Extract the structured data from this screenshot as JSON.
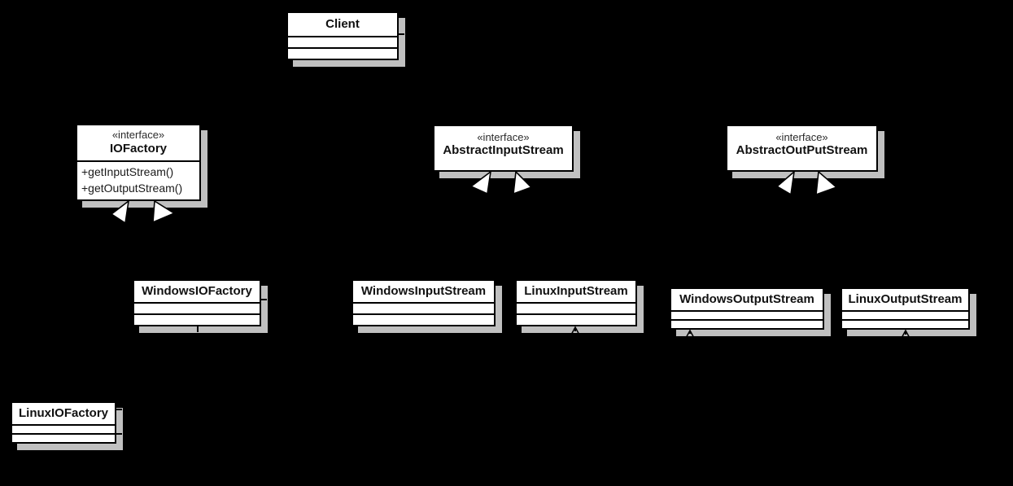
{
  "diagram": {
    "kind": "uml-class-diagram",
    "background_color": "#000000",
    "box_fill_color": "#ffffff",
    "box_border_color": "#000000",
    "shadow_color": "#c0c0c0",
    "classes": [
      {
        "id": "client",
        "name": "Client",
        "stereotype": "",
        "methods": []
      },
      {
        "id": "iofactory",
        "name": "IOFactory",
        "stereotype": "«interface»",
        "methods": [
          "+getInputStream()",
          "+getOutputStream()"
        ]
      },
      {
        "id": "abstract-input-stream",
        "name": "AbstractInputStream",
        "stereotype": "«interface»",
        "methods": []
      },
      {
        "id": "abstract-output-stream",
        "name": "AbstractOutPutStream",
        "stereotype": "«interface»",
        "methods": []
      },
      {
        "id": "windows-iofactory",
        "name": "WindowsIOFactory",
        "stereotype": "",
        "methods": []
      },
      {
        "id": "windows-input-stream",
        "name": "WindowsInputStream",
        "stereotype": "",
        "methods": []
      },
      {
        "id": "linux-input-stream",
        "name": "LinuxInputStream",
        "stereotype": "",
        "methods": []
      },
      {
        "id": "windows-output-stream",
        "name": "WindowsOutputStream",
        "stereotype": "",
        "methods": []
      },
      {
        "id": "linux-output-stream",
        "name": "LinuxOutputStream",
        "stereotype": "",
        "methods": []
      },
      {
        "id": "linux-iofactory",
        "name": "LinuxIOFactory",
        "stereotype": "",
        "methods": []
      }
    ],
    "edges": [
      {
        "from": "Client",
        "to": "IOFactory",
        "type": "dependency-dashed"
      },
      {
        "from": "Client",
        "to": "AbstractInputStream",
        "type": "dependency-dashed"
      },
      {
        "from": "Client",
        "to": "AbstractOutPutStream",
        "type": "dependency-dashed"
      },
      {
        "from": "WindowsIOFactory",
        "to": "IOFactory",
        "type": "realization-hollow-triangle"
      },
      {
        "from": "LinuxIOFactory",
        "to": "IOFactory",
        "type": "realization-hollow-triangle"
      },
      {
        "from": "WindowsInputStream",
        "to": "AbstractInputStream",
        "type": "realization-hollow-triangle"
      },
      {
        "from": "LinuxInputStream",
        "to": "AbstractInputStream",
        "type": "realization-hollow-triangle"
      },
      {
        "from": "WindowsOutputStream",
        "to": "AbstractOutPutStream",
        "type": "realization-hollow-triangle"
      },
      {
        "from": "LinuxOutputStream",
        "to": "AbstractOutPutStream",
        "type": "realization-hollow-triangle"
      },
      {
        "from": "WindowsIOFactory",
        "to": "WindowsInputStream",
        "type": "dependency-dashed"
      },
      {
        "from": "WindowsIOFactory",
        "to": "WindowsOutputStream",
        "type": "dependency-dashed-open-arrow"
      },
      {
        "from": "LinuxIOFactory",
        "to": "LinuxInputStream",
        "type": "dependency-dashed-open-arrow"
      },
      {
        "from": "LinuxIOFactory",
        "to": "LinuxOutputStream",
        "type": "dependency-dashed-open-arrow"
      }
    ]
  }
}
